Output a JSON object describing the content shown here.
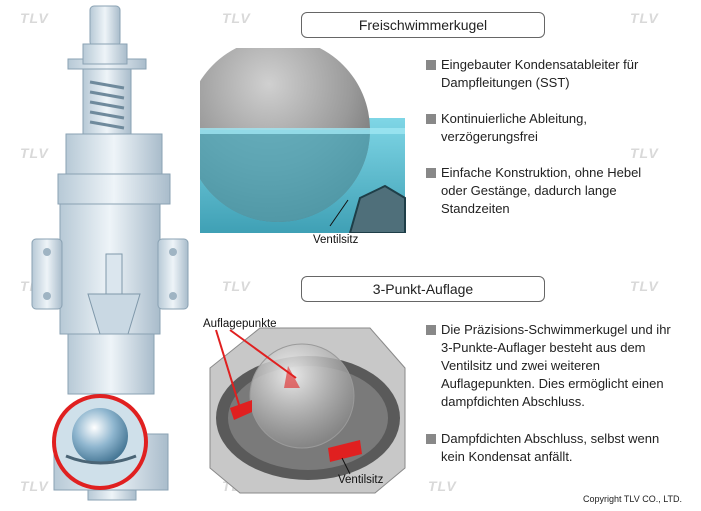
{
  "watermark": "TLV",
  "section1": {
    "title": "Freischwimmerkugel",
    "callout": "Ventilsitz",
    "bullets": [
      [
        "Eingebauter Kondensatableiter für",
        "Dampfleitungen (SST)"
      ],
      [
        "Kontinuierliche Ableitung,",
        "verzögerungsfrei"
      ],
      [
        "Einfache Konstruktion, ohne Hebel",
        "oder Gestänge, dadurch lange",
        "Standzeiten"
      ]
    ]
  },
  "section2": {
    "title": "3-Punkt-Auflage",
    "callout_top": "Auflagepunkte",
    "callout_bottom": "Ventilsitz",
    "bullets": [
      [
        "Die Präzisions-Schwimmerkugel und ihr",
        "3-Punkte-Auflager besteht aus dem",
        "Ventilsitz und zwei weiteren",
        "Auflagepunkten. Dies ermöglicht einen",
        "dampfdichten Abschluss."
      ],
      [
        "Dampfdichten Abschluss, selbst wenn",
        "kein Kondensat anfällt."
      ]
    ]
  },
  "copyright": "Copyright TLV CO., LTD.",
  "colors": {
    "accent_red": "#e02020",
    "water": "#4fb3c8",
    "ball": "#9a9a9a"
  }
}
